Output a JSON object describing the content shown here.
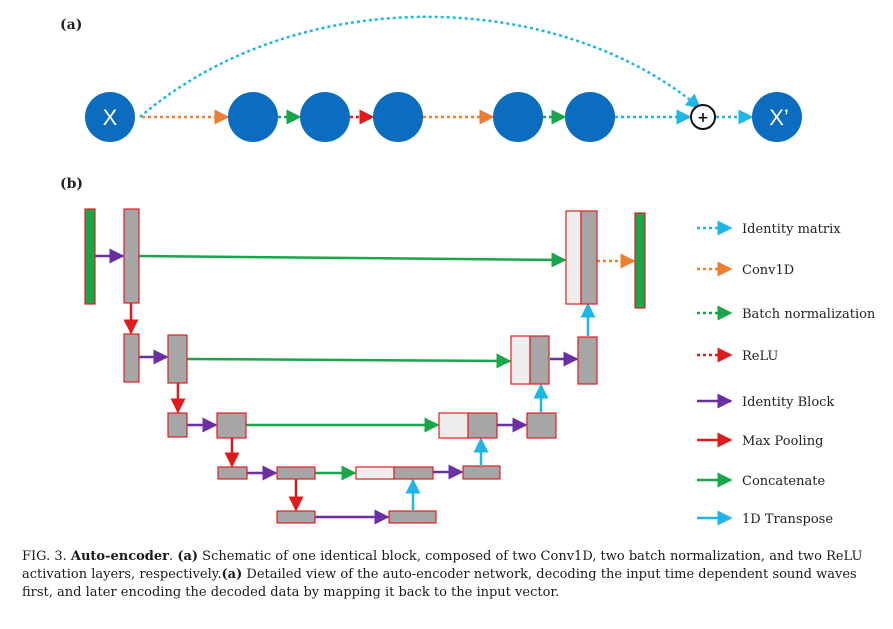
{
  "panel_a": {
    "label": "(a)",
    "input_node": "X",
    "output_node": "X’",
    "sum_symbol": "+"
  },
  "panel_b": {
    "label": "(b)"
  },
  "legend": [
    {
      "label": "Identity matrix",
      "color": "#1fb5e6",
      "style": "dotted"
    },
    {
      "label": "Conv1D",
      "color": "#ed7d31",
      "style": "dotted"
    },
    {
      "label": "Batch normalization",
      "color": "#1aa54a",
      "style": "dotted"
    },
    {
      "label": "ReLU",
      "color": "#e01b1b",
      "style": "dotted"
    },
    {
      "label": "Identity Block",
      "color": "#6a2fa0",
      "style": "solid"
    },
    {
      "label": "Max Pooling",
      "color": "#e01b1b",
      "style": "solid"
    },
    {
      "label": "Concatenate",
      "color": "#1aa54a",
      "style": "solid"
    },
    {
      "label": "1D Transpose",
      "color": "#1fb5e6",
      "style": "solid"
    }
  ],
  "caption": {
    "fig_label": "FIG. 3.",
    "title": "Auto-encoder",
    "title_end": ".",
    "part_a": "(a)",
    "text_a": " Schematic of one identical block, composed of two Conv1D, two batch normalization, and two ReLU activation layers, respectively.",
    "part_b": "(a)",
    "text_b": " Detailed view of the auto-encoder network, decoding the input time dependent sound waves first, and later encoding the decoded data by mapping it back to the input vector."
  },
  "colors": {
    "node_blue": "#0b6cc0",
    "block_gray": "#a6a6a6",
    "block_border": "#e02020",
    "light_block": "#eeeeee",
    "input_green": "#1aa54a"
  }
}
